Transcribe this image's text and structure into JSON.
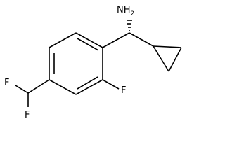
{
  "molecule": {
    "atoms": {
      "amine_N": "N",
      "amine_H": "H",
      "amine_sub": "2",
      "ring_F": "F",
      "difluoro_F_upper": "F",
      "difluoro_F_lower": "F"
    }
  }
}
